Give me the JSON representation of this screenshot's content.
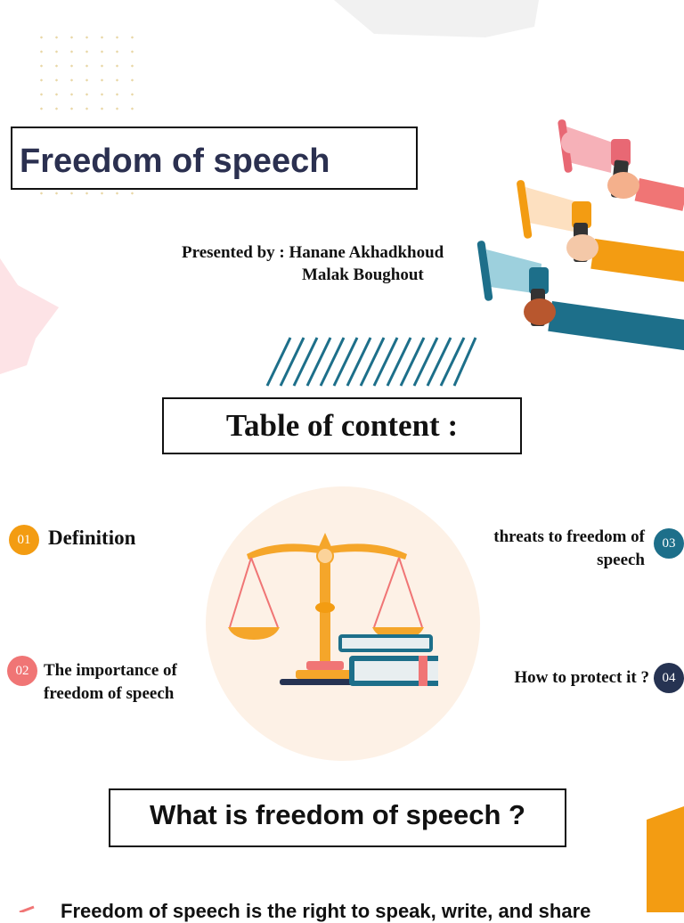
{
  "title": "Freedom of speech",
  "presenters": {
    "line1": "Presented by : Hanane Akhadkhoud",
    "line2": "Malak Boughout"
  },
  "toc_heading": "Table of content :",
  "toc_items": [
    {
      "number": "01",
      "label": "Definition",
      "color": "#f39c12"
    },
    {
      "number": "02",
      "label": "The importance of freedom of speech",
      "line1": "The importance of",
      "line2": "freedom of speech",
      "color": "#f07575"
    },
    {
      "number": "03",
      "label": "threats to freedom of speech",
      "line1": "threats to freedom of",
      "line2": "speech",
      "color": "#1d6f8a"
    },
    {
      "number": "04",
      "label": "How to protect it ?",
      "color": "#263352"
    }
  ],
  "section_heading": "What is freedom of speech ?",
  "body_text": "Freedom of speech is the right to speak, write, and share",
  "colors": {
    "orange": "#f39c12",
    "pink": "#f07575",
    "teal": "#1d6f8a",
    "navy": "#263352",
    "title": "#2b3050"
  }
}
